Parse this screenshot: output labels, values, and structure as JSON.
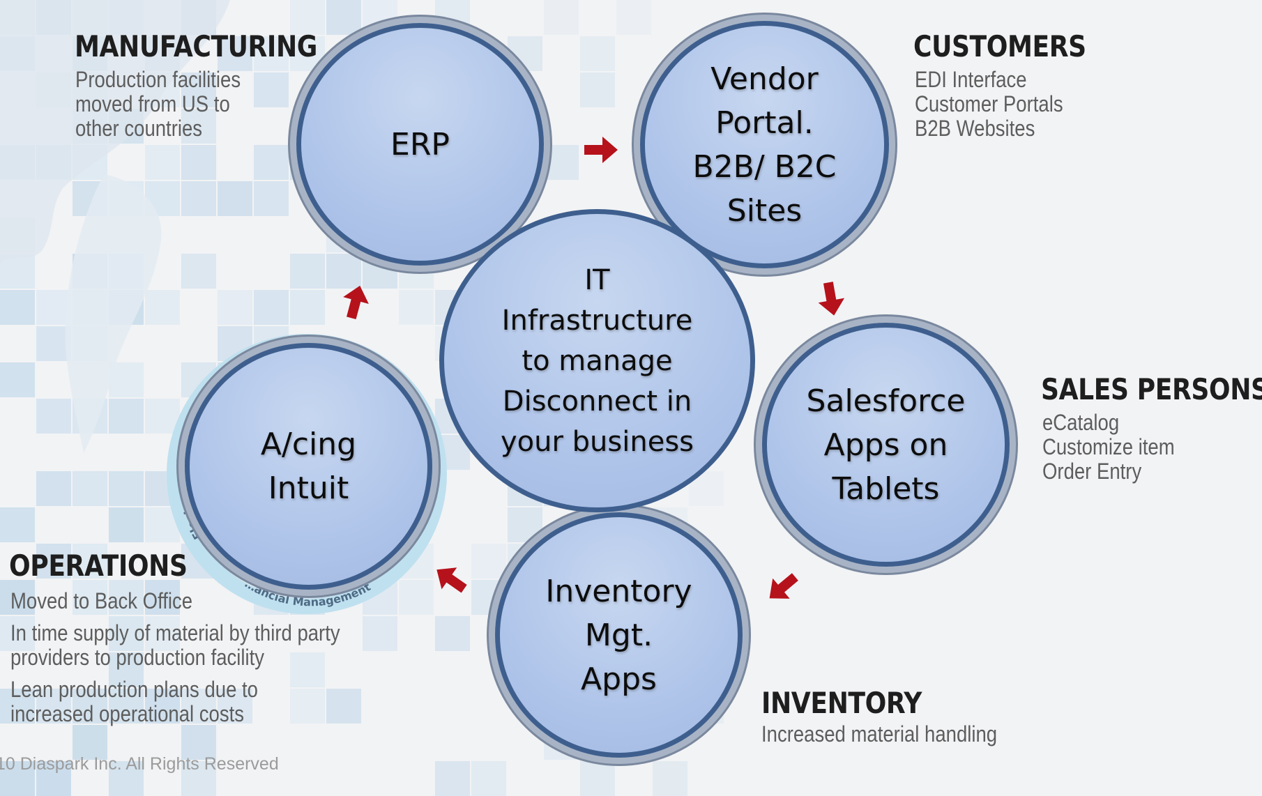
{
  "sections": {
    "manufacturing": {
      "title": "MANUFACTURING",
      "lines": [
        "Production facilities",
        "moved from US to",
        "other countries"
      ]
    },
    "customers": {
      "title": "CUSTOMERS",
      "lines": [
        "EDI Interface",
        "Customer Portals",
        "B2B Websites"
      ]
    },
    "sales_persons": {
      "title": "SALES PERSONS",
      "lines": [
        "eCatalog",
        "Customize item",
        "Order Entry"
      ]
    },
    "inventory": {
      "title": "INVENTORY",
      "lines": [
        "Increased material handling"
      ]
    },
    "operations": {
      "title": "OPERATIONS",
      "lines": [
        "Moved to Back Office",
        "In time supply of material by third party",
        "providers to production facility",
        "Lean production plans due to",
        "increased operational costs"
      ]
    }
  },
  "nodes": {
    "erp": "ERP",
    "vendor_portal": "Vendor\nPortal.\nB2B/ B2C\nSites",
    "salesforce": "Salesforce\nApps on\nTablets",
    "inventory_apps": "Inventory\nMgt.\nApps",
    "acing": "A/cing\nIntuit",
    "center": "IT\nInfrastructure\nto manage\nDisconnect in\nyour business"
  },
  "ring_labels": [
    "Electronic Data Interch",
    "…ancial Management"
  ],
  "footer": "10 Diaspark Inc.  All Rights Reserved",
  "colors": {
    "node_border": "#3e5f8e",
    "node_fill": "#b1c6ea",
    "arrow": "#b5121b",
    "title": "#1e1e1e",
    "desc": "#5d5d5d"
  }
}
